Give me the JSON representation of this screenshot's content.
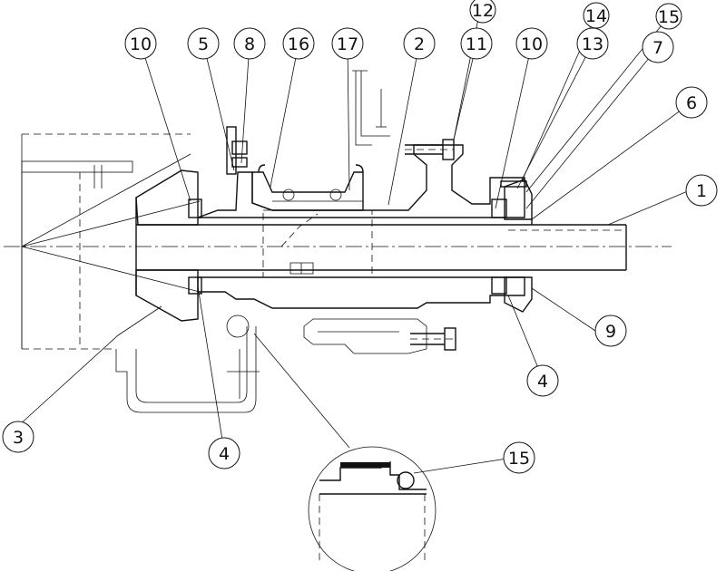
{
  "callouts": [
    {
      "id": "c12",
      "label": "12"
    },
    {
      "id": "c14",
      "label": "14"
    },
    {
      "id": "c15a",
      "label": "15"
    },
    {
      "id": "c10a",
      "label": "10"
    },
    {
      "id": "c5",
      "label": "5"
    },
    {
      "id": "c8",
      "label": "8"
    },
    {
      "id": "c16",
      "label": "16"
    },
    {
      "id": "c17",
      "label": "17"
    },
    {
      "id": "c2",
      "label": "2"
    },
    {
      "id": "c11",
      "label": "11"
    },
    {
      "id": "c10b",
      "label": "10"
    },
    {
      "id": "c13",
      "label": "13"
    },
    {
      "id": "c7",
      "label": "7"
    },
    {
      "id": "c6",
      "label": "6"
    },
    {
      "id": "c1",
      "label": "1"
    },
    {
      "id": "c9",
      "label": "9"
    },
    {
      "id": "c4b",
      "label": "4"
    },
    {
      "id": "c3",
      "label": "3"
    },
    {
      "id": "c4a",
      "label": "4"
    },
    {
      "id": "c15b",
      "label": "15"
    }
  ]
}
